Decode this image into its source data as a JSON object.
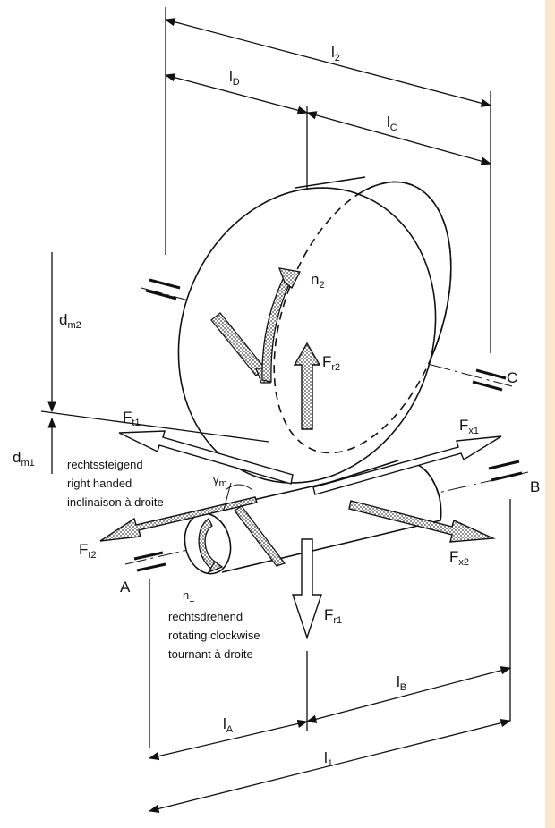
{
  "colors": {
    "ink": "#111111",
    "hatch": "#9a9a9a",
    "side_strip": "#fbe7cf"
  },
  "dimensions": {
    "l2": {
      "main": "l",
      "sub": "2"
    },
    "lD": {
      "main": "l",
      "sub": "D"
    },
    "lC": {
      "main": "l",
      "sub": "C"
    },
    "lA": {
      "main": "l",
      "sub": "A"
    },
    "lB": {
      "main": "l",
      "sub": "B"
    },
    "l1": {
      "main": "l",
      "sub": "1"
    },
    "dm2": {
      "main": "d",
      "sub": "m2"
    },
    "dm1": {
      "main": "d",
      "sub": "m1"
    }
  },
  "forces": {
    "Ft1": {
      "main": "F",
      "sub": "t1"
    },
    "Ft2": {
      "main": "F",
      "sub": "t2"
    },
    "Fx1": {
      "main": "F",
      "sub": "x1"
    },
    "Fx2": {
      "main": "F",
      "sub": "x2"
    },
    "Fr1": {
      "main": "F",
      "sub": "r1"
    },
    "Fr2": {
      "main": "F",
      "sub": "r2"
    }
  },
  "speeds": {
    "n2": {
      "main": "n",
      "sub": "2"
    },
    "n1": {
      "main": "n",
      "sub": "1"
    }
  },
  "angle": {
    "main": "γ",
    "sub": "m"
  },
  "bearings": {
    "A": "A",
    "B": "B",
    "C": "C"
  },
  "helix_note": [
    "rechtssteigend",
    "right handed",
    "inclinaison à droite"
  ],
  "rotation_note": [
    "rechtsdrehend",
    "rotating clockwise",
    "tournant à droite"
  ]
}
